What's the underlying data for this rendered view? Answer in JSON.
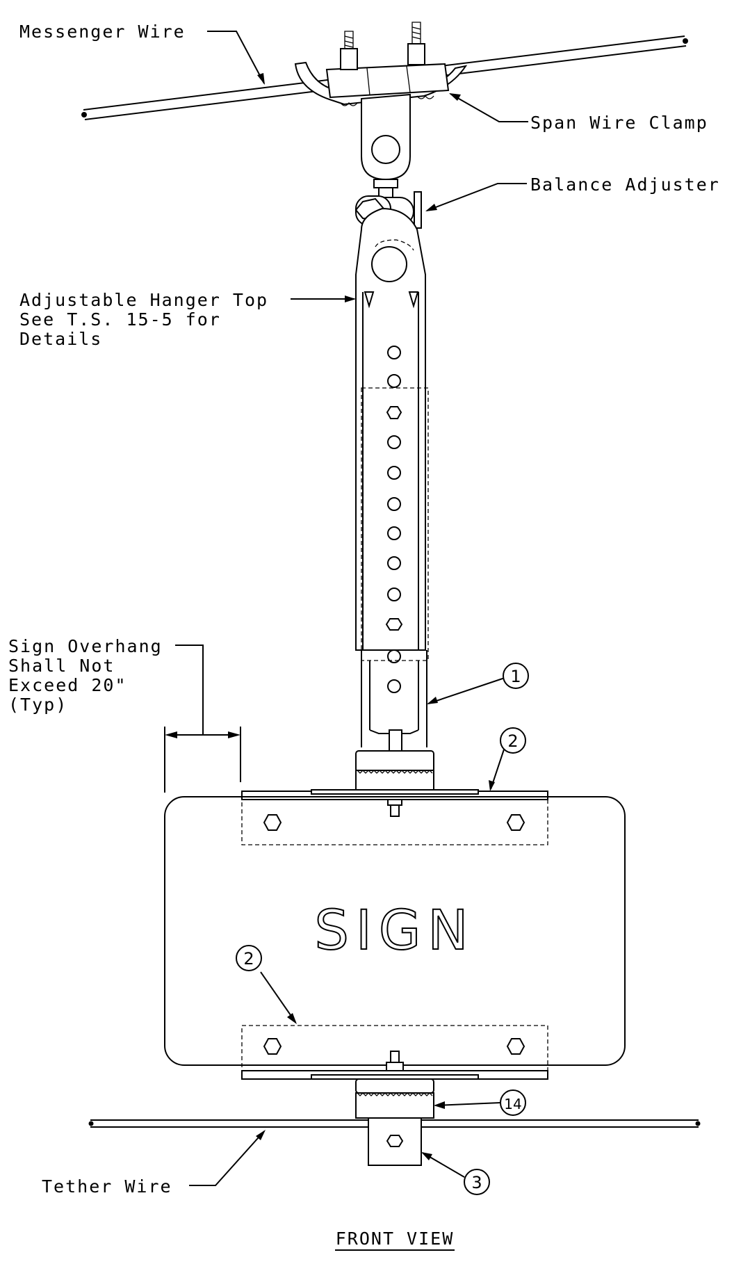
{
  "labels": {
    "messenger_wire": "Messenger Wire",
    "span_wire_clamp": "Span Wire Clamp",
    "balance_adjuster": "Balance Adjuster",
    "hanger_top_line1": "Adjustable Hanger Top",
    "hanger_top_line2": "See T.S. 15-5 for",
    "hanger_top_line3": "Details",
    "overhang_line1": "Sign Overhang",
    "overhang_line2": "Shall Not",
    "overhang_line3": "Exceed 20\"",
    "overhang_line4": "(Typ)",
    "tether_wire": "Tether Wire",
    "sign_text": "SIGN",
    "view_title": "FRONT VIEW"
  },
  "callouts": {
    "c1": "1",
    "c2_top": "2",
    "c2_bottom": "2",
    "c14": "14",
    "c3": "3"
  }
}
